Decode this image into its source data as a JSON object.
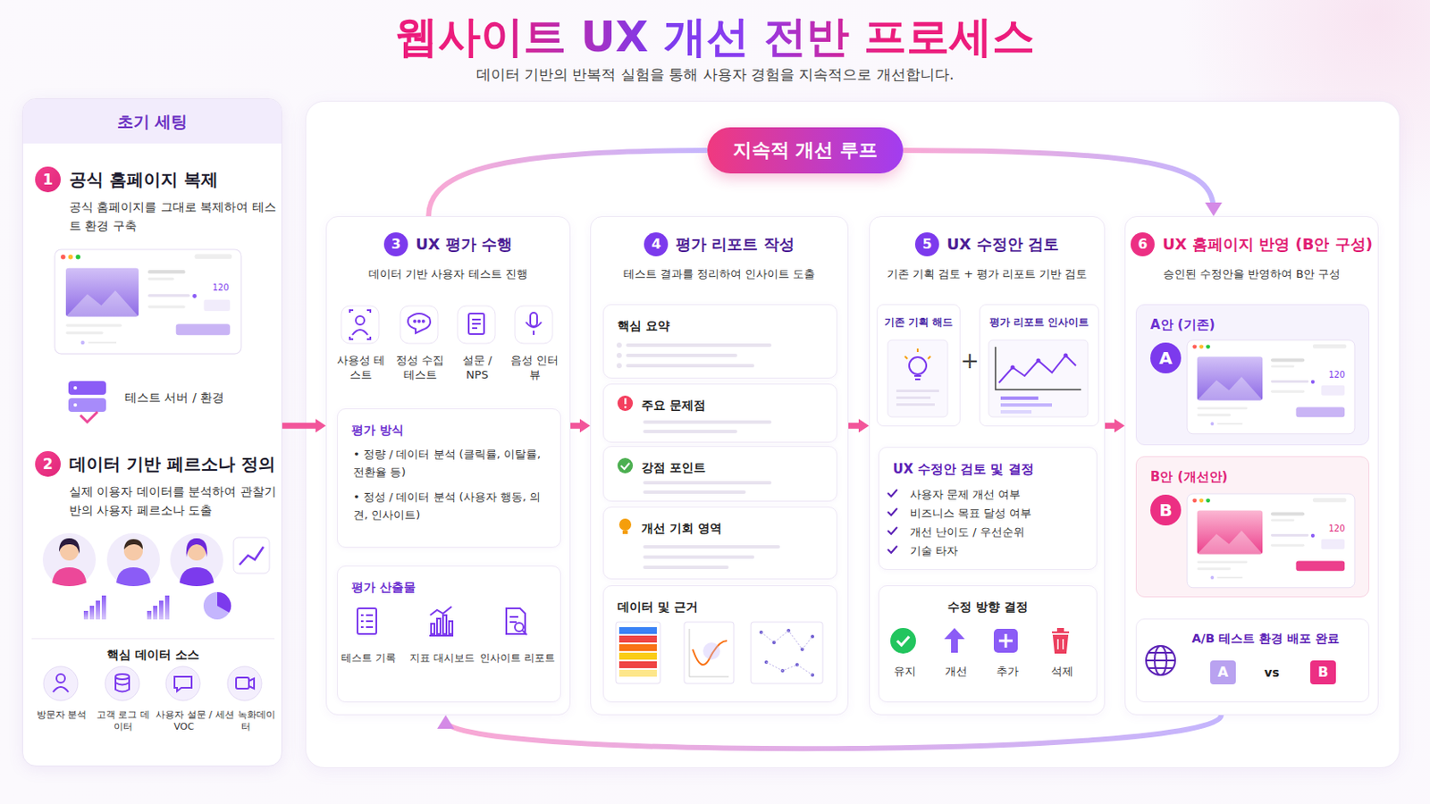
{
  "diagram": {
    "title": "웹사이트 UX 개선 전반 프로세스",
    "caption": "데이터 기반의 반복적 실험을 통해 사용자 경험을 지속적으로 개선합니다.",
    "nodes": [
      {
        "text": [
          "초기 세팅"
        ]
      },
      {
        "text": [
          "1",
          "공식 홈페이지 복제",
          "공식 홈페이지를 그대로 복제하여 테스트 환경 구축"
        ],
        "in": 0
      },
      {
        "text": [
          "2",
          "데이터 기반 페르소나 정의",
          "실제 이용자 데이터를 분석하여 관찰기반의 사용자 페르소나 도출"
        ],
        "in": 0
      },
      {
        "text": [
          "핵심 데이터 소스"
        ],
        "in": 0
      },
      {
        "text": [
          "지속적 개선 루프"
        ]
      },
      {
        "text": [
          "3",
          "UX 평가 수행",
          "데이터 기반 사용자 테스트 진행"
        ]
      },
      {
        "text": [
          "평가 방식",
          "• 정량 / 데이터 분석 (클릭률, 이탈률, 전환율 등)",
          "• 정성 / 데이터 분석 (사용자 행동, 의견, 인사이트)"
        ],
        "in": 5
      },
      {
        "text": [
          "평가 산출물"
        ],
        "in": 5
      },
      {
        "text": [
          "4",
          "평가 리포트 작성",
          "테스트 결과를 정리하여 인사이트 도출"
        ]
      },
      {
        "text": [
          "핵심 요약"
        ],
        "in": 8
      },
      {
        "text": [
          "주요 문제점"
        ],
        "in": 8
      },
      {
        "text": [
          "강점 포인트"
        ],
        "in": 8
      },
      {
        "text": [
          "개선 기회 영역"
        ],
        "in": 8
      },
      {
        "text": [
          "데이터 및 근거"
        ],
        "in": 8
      },
      {
        "text": [
          "5",
          "UX 수정안 검토",
          "기존 기획 검토 + 평가 리포트 기반 검토"
        ]
      },
      {
        "text": [
          "기존 기획 해드"
        ],
        "in": 14
      },
      {
        "text": [
          "평가 리포트 인사이트"
        ],
        "in": 14
      },
      {
        "text": [
          "UX 수정안 검토 및 결정",
          "사용자 문제 개선 여부",
          "비즈니스 목표 달성 여부",
          "개선 난이도 / 우선순위",
          "기술 타자"
        ],
        "in": 14
      },
      {
        "text": [
          "수정 방향 결정"
        ],
        "in": 14
      },
      {
        "text": [
          "6",
          "UX 홈페이지 반영 (B안 구성)",
          "승인된 수정안을 반영하여 B안 구성"
        ]
      },
      {
        "text": [
          "A안 (기존)",
          "A"
        ],
        "in": 19
      },
      {
        "text": [
          "B안 (개선안)",
          "B"
        ],
        "in": 19
      },
      {
        "text": [
          "A/B 테스트 환경 배포 완료",
          "A",
          "vs",
          "B"
        ],
        "in": 19
      }
    ],
    "edges": [
      {
        "from": 0,
        "to": 5,
        "arrow": "to"
      },
      {
        "from": 5,
        "to": 8,
        "arrow": "to"
      },
      {
        "from": 8,
        "to": 14,
        "arrow": "to"
      },
      {
        "from": 14,
        "to": 19,
        "arrow": "to"
      },
      {
        "from": 5,
        "to": 4,
        "arrow": "none"
      },
      {
        "from": 4,
        "to": 19,
        "arrow": "to"
      },
      {
        "from": 19,
        "to": 5,
        "arrow": "to"
      }
    ],
    "labels": [
      "테스트 서버 / 환경",
      "방문자 분석",
      "고객 로그 데이터",
      "사용자 설문 / VOC",
      "세션 녹화데이터",
      "사용성 테스트",
      "정성 수집 테스트",
      "설문 / NPS",
      "음성 인터뷰",
      "테스트 기록",
      "지표 대시보드",
      "인사이트 리포트",
      "+",
      "유지",
      "개선",
      "추가",
      "석제",
      "120",
      "120",
      "120"
    ]
  }
}
